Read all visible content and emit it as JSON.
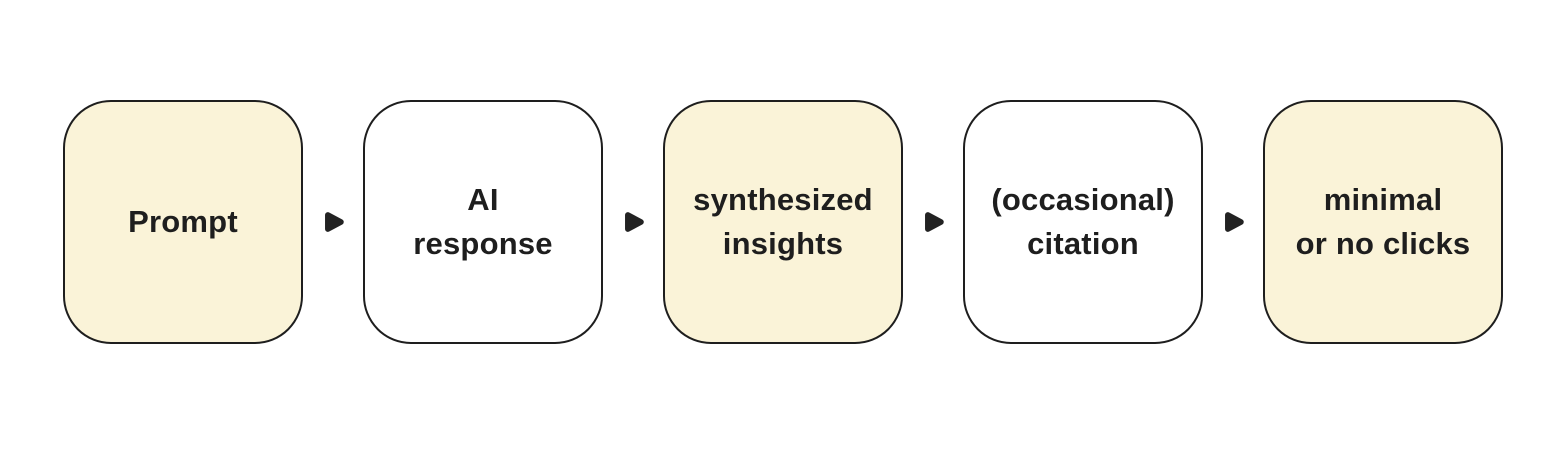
{
  "diagram": {
    "title": "ai-search-flow",
    "steps": [
      {
        "label": "Prompt",
        "highlighted": true
      },
      {
        "label": "AI\nresponse",
        "highlighted": false
      },
      {
        "label": "synthesized\ninsights",
        "highlighted": true
      },
      {
        "label": "(occasional)\ncitation",
        "highlighted": false
      },
      {
        "label": "minimal\nor no clicks",
        "highlighted": true
      }
    ],
    "connector_icon": "play-arrow-right",
    "colors": {
      "background": "#ffffff",
      "highlight_fill": "#faf3d8",
      "plain_fill": "#ffffff",
      "border": "#1e1e1e",
      "text": "#1e1e1e",
      "arrow": "#222222"
    }
  }
}
